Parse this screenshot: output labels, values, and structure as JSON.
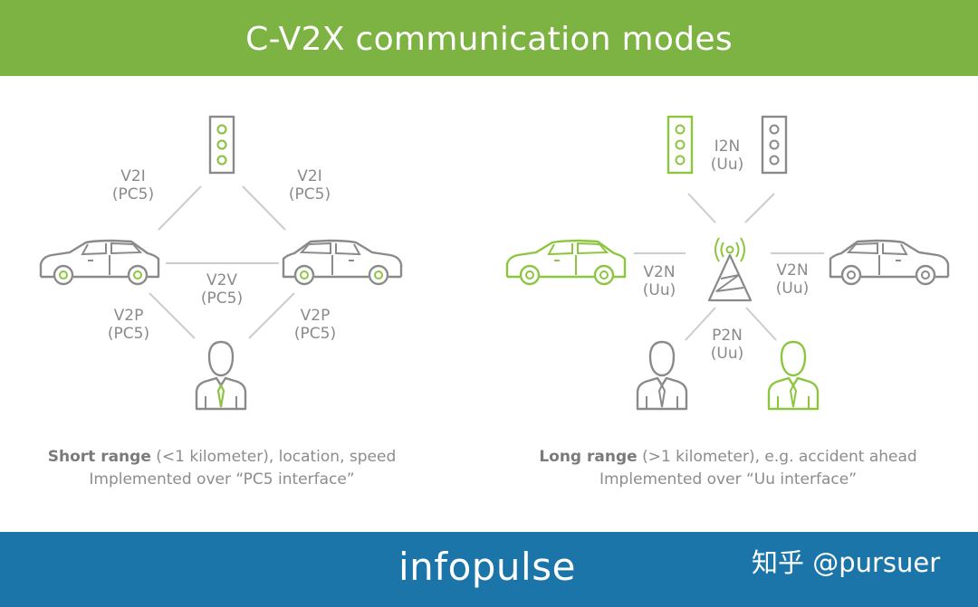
{
  "header": {
    "title": "C-V2X communication modes"
  },
  "diagrams": {
    "short_range": {
      "v2i_left": [
        "V2I",
        "(PC5)"
      ],
      "v2i_right": [
        "V2I",
        "(PC5)"
      ],
      "v2v": [
        "V2V",
        "(PC5)"
      ],
      "v2p_left": [
        "V2P",
        "(PC5)"
      ],
      "v2p_right": [
        "V2P",
        "(PC5)"
      ],
      "caption_bold": "Short range",
      "caption_rest": " (<1 kilometer), location, speed",
      "caption_line2": "Implemented over “PC5 interface”"
    },
    "long_range": {
      "i2n": [
        "I2N",
        "(Uu)"
      ],
      "v2n_left": [
        "V2N",
        "(Uu)"
      ],
      "v2n_right": [
        "V2N",
        "(Uu)"
      ],
      "p2n": [
        "P2N",
        "(Uu)"
      ],
      "caption_bold": "Long range",
      "caption_rest": " (>1 kilometer), e.g. accident ahead",
      "caption_line2": "Implemented over “Uu interface”"
    }
  },
  "colors": {
    "green": "#8cc63f",
    "gray": "#8a8a8a",
    "line": "#c9cdd1",
    "header": "#7cb342",
    "footer": "#1b75a8"
  },
  "icons": [
    "traffic-light-icon",
    "car-icon",
    "person-icon",
    "cell-tower-icon"
  ],
  "footer": {
    "brand": "infopulse",
    "watermark": "知乎 @pursuer"
  }
}
